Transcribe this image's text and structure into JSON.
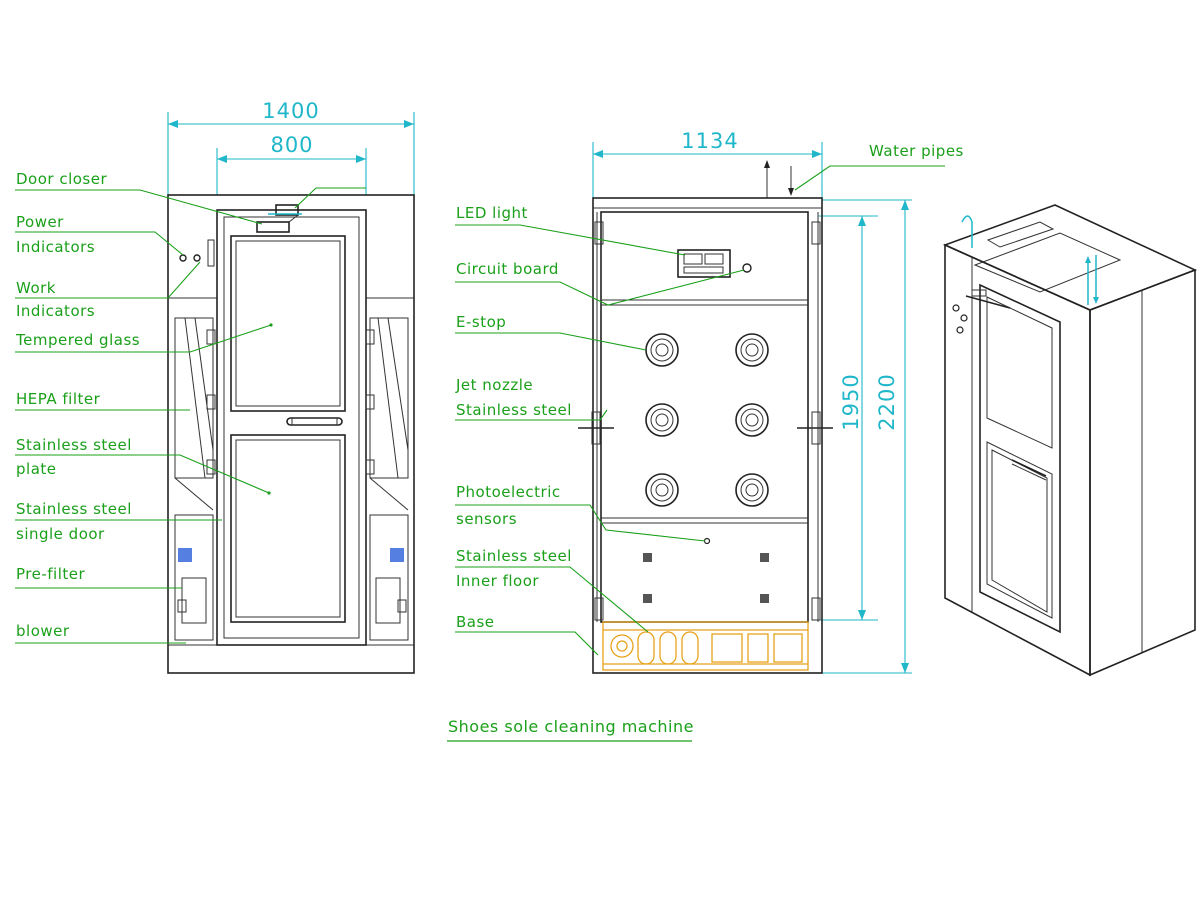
{
  "front_view": {
    "labels": {
      "door_closer": "Door closer",
      "power_1": "Power",
      "power_2": "Indicators",
      "work_1": "Work",
      "work_2": "Indicators",
      "tempered_glass": "Tempered glass",
      "hepa_filter": "HEPA filter",
      "ss_plate_1": "Stainless steel",
      "ss_plate_2": "plate",
      "ss_door_1": "Stainless steel",
      "ss_door_2": "single door",
      "pre_filter": "Pre-filter",
      "blower": "blower"
    },
    "dims": {
      "overall_width": "1400",
      "door_width": "800"
    }
  },
  "side_view": {
    "labels": {
      "led_light": "LED light",
      "circuit_board": "Circuit board",
      "e_stop": "E-stop",
      "jet_1": "Jet nozzle",
      "jet_2": "Stainless steel",
      "photo_1": "Photoelectric",
      "photo_2": "sensors",
      "floor_1": "Stainless steel",
      "floor_2": "Inner floor",
      "base": "Base",
      "water_pipes": "Water pipes"
    },
    "dims": {
      "width": "1134",
      "inner_height": "1950",
      "total_height": "2200"
    }
  },
  "title": "Shoes sole cleaning machine",
  "colors": {
    "label": "#1aa01a",
    "dimension": "#1fb7c9",
    "outline": "#222222",
    "base_highlight": "#e8a11a",
    "led_blue": "#2b5fd9"
  }
}
